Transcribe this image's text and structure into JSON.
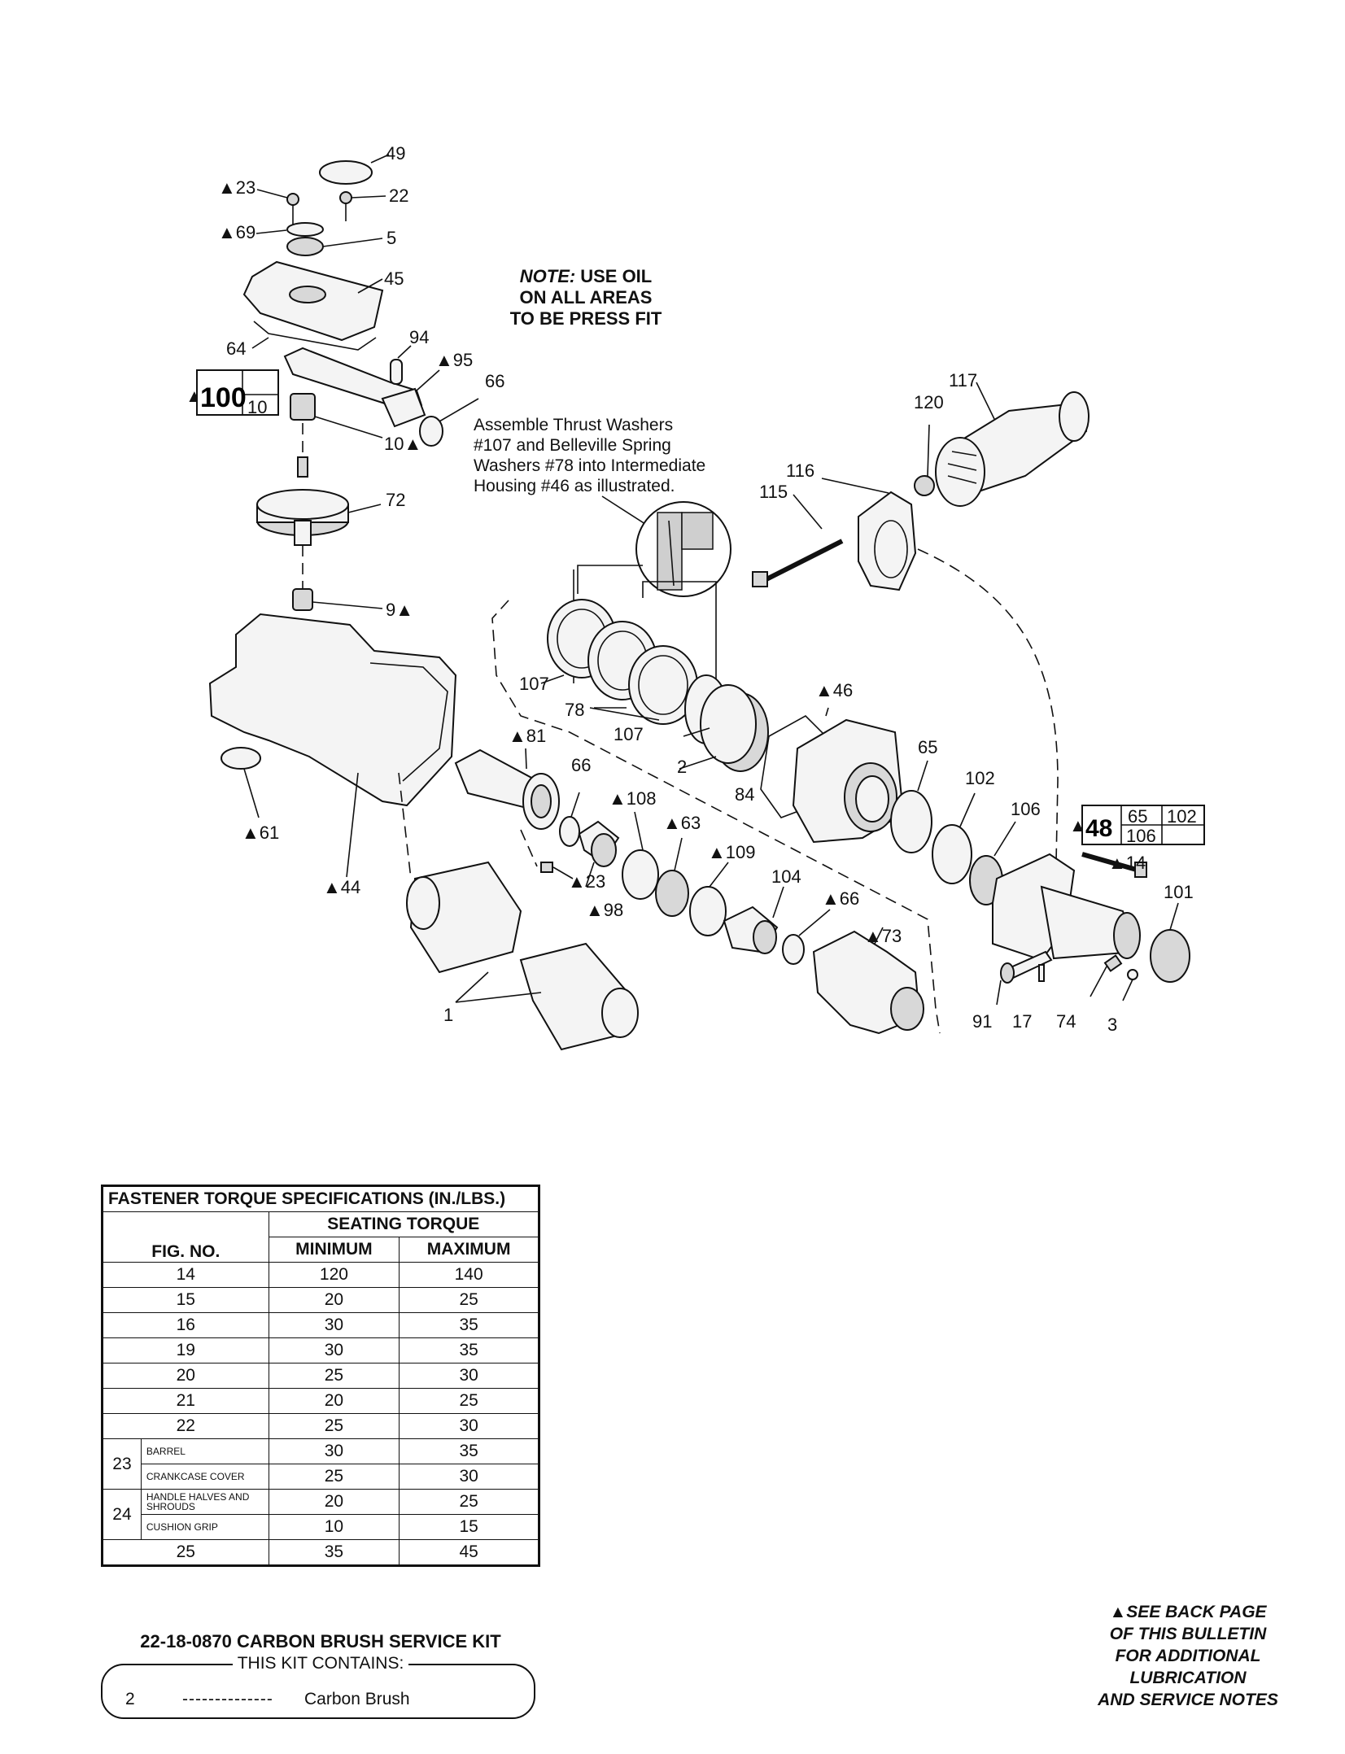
{
  "diagram": {
    "note": {
      "prefix": "NOTE:",
      "rest": "USE OIL",
      "line2": "ON ALL AREAS",
      "line3": "TO BE PRESS FIT"
    },
    "assembly_note": [
      "Assemble Thrust Washers",
      "#107 and Belleville Spring",
      "Washers #78 into Intermediate",
      "Housing #46 as illustrated."
    ],
    "labels": {
      "p49": "49",
      "p23a": "23",
      "p22": "22",
      "p69": "69",
      "p5": "5",
      "p45": "45",
      "p64": "64",
      "p94": "94",
      "p95": "95",
      "p66a": "66",
      "p10": "10",
      "p72": "72",
      "p9": "9",
      "p61": "61",
      "p44": "44",
      "p1": "1",
      "p117": "117",
      "p120": "120",
      "p116": "116",
      "p115": "115",
      "p107a": "107",
      "p78": "78",
      "p107b": "107",
      "p2": "2",
      "p46": "46",
      "p84": "84",
      "p81": "81",
      "p66b": "66",
      "p108": "108",
      "p63": "63",
      "p23b": "23",
      "p98": "98",
      "p109": "109",
      "p104": "104",
      "p66c": "66",
      "p73": "73",
      "p65": "65",
      "p102": "102",
      "p106": "106",
      "p14": "14",
      "p101": "101",
      "p91": "91",
      "p17": "17",
      "p74": "74",
      "p3": "3"
    },
    "box100": {
      "main": "100",
      "sub": "10"
    },
    "box48": {
      "main": "48",
      "a": "65",
      "b": "102",
      "c": "106"
    }
  },
  "torque_table": {
    "title": "FASTENER TORQUE SPECIFICATIONS (IN./LBS.)",
    "seating": "SEATING TORQUE",
    "col_fig": "FIG. NO.",
    "col_min": "MINIMUM",
    "col_max": "MAXIMUM",
    "rows": [
      {
        "fig": "14",
        "min": "120",
        "max": "140"
      },
      {
        "fig": "15",
        "min": "20",
        "max": "25"
      },
      {
        "fig": "16",
        "min": "30",
        "max": "35"
      },
      {
        "fig": "19",
        "min": "30",
        "max": "35"
      },
      {
        "fig": "20",
        "min": "25",
        "max": "30"
      },
      {
        "fig": "21",
        "min": "20",
        "max": "25"
      },
      {
        "fig": "22",
        "min": "25",
        "max": "30"
      }
    ],
    "group23": {
      "fig": "23",
      "sub": [
        {
          "label": "BARREL",
          "min": "30",
          "max": "35"
        },
        {
          "label": "CRANKCASE COVER",
          "min": "25",
          "max": "30"
        }
      ]
    },
    "group24": {
      "fig": "24",
      "sub": [
        {
          "label": "HANDLE HALVES AND SHROUDS",
          "min": "20",
          "max": "25"
        },
        {
          "label": "CUSHION GRIP",
          "min": "10",
          "max": "15"
        }
      ]
    },
    "last": {
      "fig": "25",
      "min": "35",
      "max": "45"
    }
  },
  "kit": {
    "title": "22-18-0870 CARBON BRUSH SERVICE KIT",
    "contains": "THIS KIT CONTAINS:",
    "qty": "2",
    "dashes": "--------------",
    "item": "Carbon Brush"
  },
  "back_note": [
    "SEE BACK PAGE",
    "OF THIS BULLETIN",
    "FOR ADDITIONAL",
    "LUBRICATION",
    "AND SERVICE NOTES"
  ]
}
